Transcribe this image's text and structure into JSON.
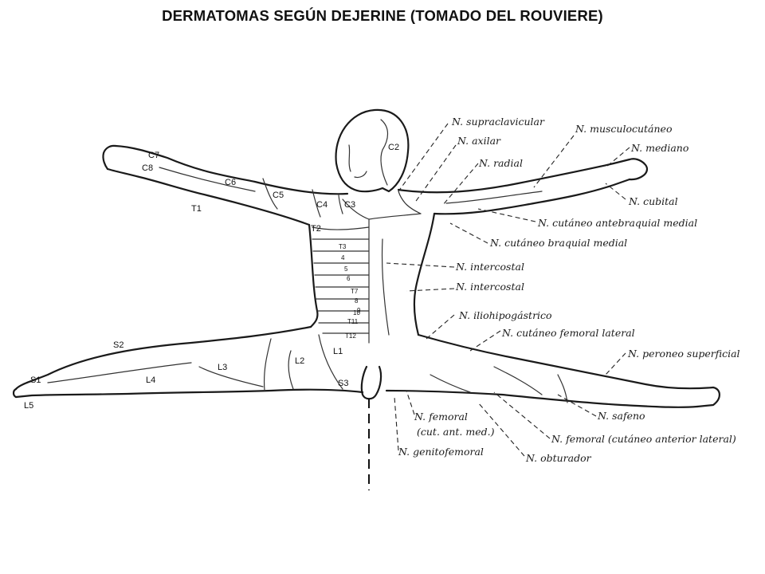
{
  "title": "DERMATOMAS SEGÚN DEJERINE (TOMADO DEL ROUVIERE)",
  "dermatomes": {
    "c2": "C2",
    "c3": "C3",
    "c4": "C4",
    "c5": "C5",
    "c6": "C6",
    "c7": "C7",
    "c8": "C8",
    "t1": "T1",
    "t2": "T2",
    "t3": "T3",
    "t4": "4",
    "t5": "5",
    "t6": "6",
    "t7": "T7",
    "t8": "8",
    "t9": "9",
    "t10": "10",
    "t11": "T11",
    "t12": "T12",
    "l1": "L1",
    "l2": "L2",
    "l3": "L3",
    "l4": "L4",
    "l5": "L5",
    "s1": "S1",
    "s2": "S2",
    "s3": "S3"
  },
  "nerves": {
    "supraclavicular": "N. supraclavicular",
    "axilar": "N. axilar",
    "radial": "N. radial",
    "musculocutaneo": "N. musculocutáneo",
    "mediano": "N. mediano",
    "cubital": "N. cubital",
    "cutaneo_antebraquial_medial": "N. cutáneo antebraquial medial",
    "cutaneo_braquial_medial": "N. cutáneo braquial medial",
    "intercostal_1": "N. intercostal",
    "intercostal_2": "N. intercostal",
    "iliohipogastrico": "N. iliohipogástrico",
    "cutaneo_femoral_lateral": "N. cutáneo femoral lateral",
    "peroneo_superficial": "N. peroneo superficial",
    "safeno": "N. safeno",
    "femoral_cat_ant_med_1": "N. femoral",
    "femoral_cat_ant_med_2": "(cut. ant. med.)",
    "femoral_cutaneo_anterior_lateral": "N. femoral (cutáneo anterior lateral)",
    "genitofemoral": "N. genitofemoral",
    "obturador": "N. obturador"
  }
}
